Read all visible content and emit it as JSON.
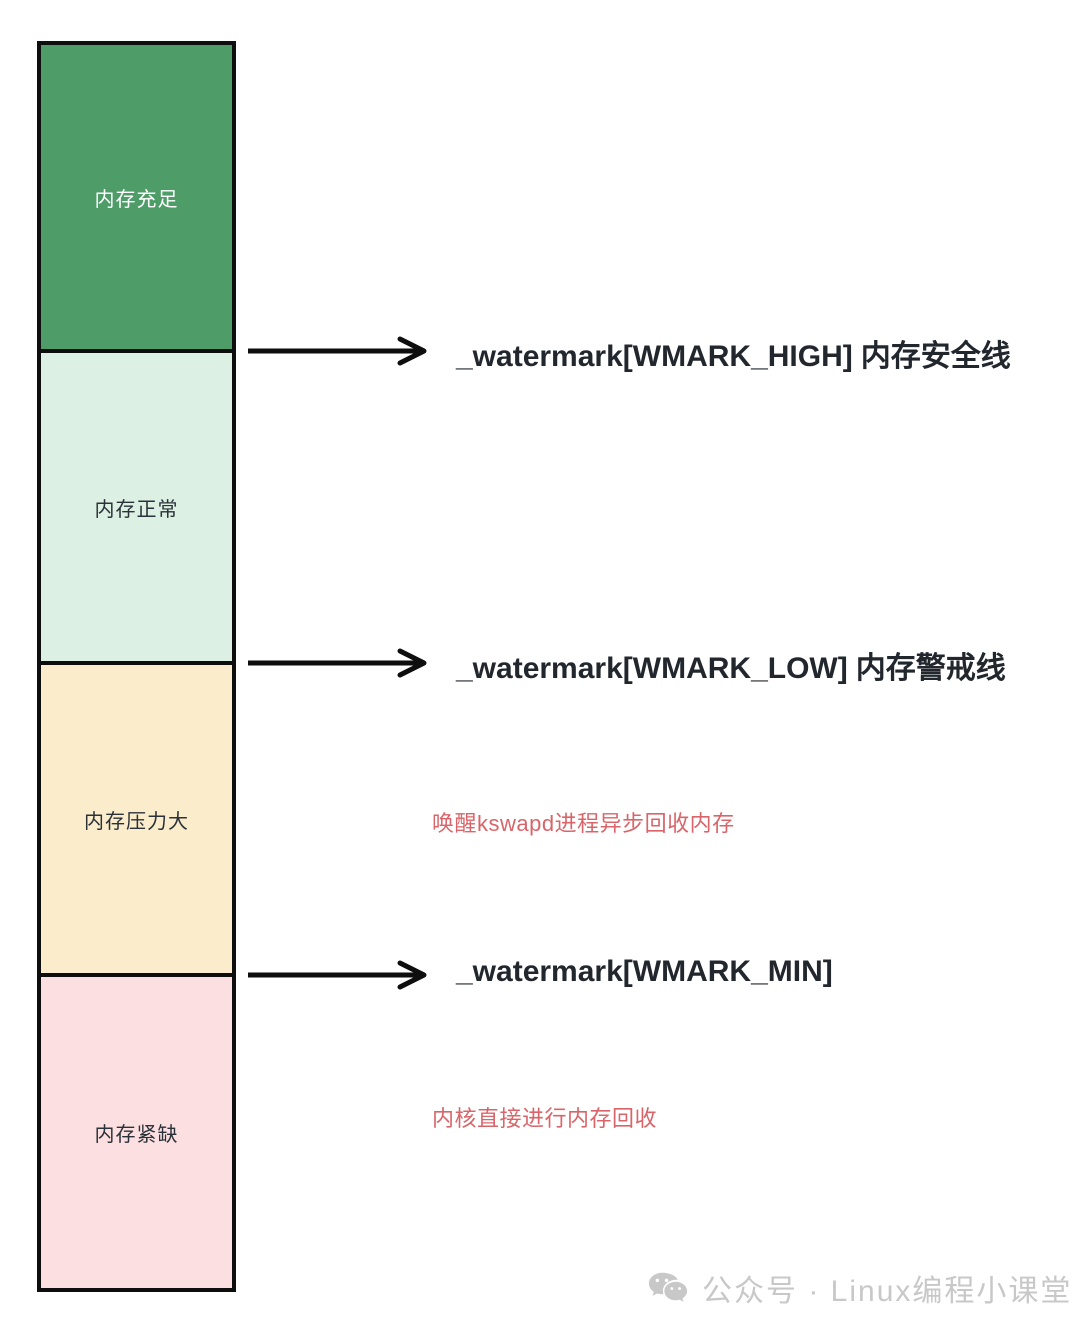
{
  "diagram": {
    "type": "memory-watermark-levels",
    "bar": {
      "segments": [
        {
          "id": "ample",
          "label": "内存充足",
          "color": "#4e9d69",
          "text_color": "#ffffff"
        },
        {
          "id": "normal",
          "label": "内存正常",
          "color": "#dcf1e3",
          "text_color": "#2b3138"
        },
        {
          "id": "pressure",
          "label": "内存压力大",
          "color": "#fbeccb",
          "text_color": "#2b3138"
        },
        {
          "id": "short",
          "label": "内存紧缺",
          "color": "#fbdfe1",
          "text_color": "#2b3138"
        }
      ],
      "border_color": "#0e0e0e"
    },
    "callouts": [
      {
        "id": "wmark-high",
        "code": "_watermark[WMARK_HIGH]",
        "cn": "内存安全线"
      },
      {
        "id": "wmark-low",
        "code": "_watermark[WMARK_LOW]",
        "cn": "内存警戒线"
      },
      {
        "id": "wmark-min",
        "code": "_watermark[WMARK_MIN]",
        "cn": ""
      }
    ],
    "notes": [
      {
        "id": "kswapd-note",
        "text": "唤醒kswapd进程异步回收内存",
        "color": "#d9656a"
      },
      {
        "id": "direct-reclaim-note",
        "text": "内核直接进行内存回收",
        "color": "#d9656a"
      }
    ]
  },
  "footer": {
    "icon": "wechat-icon",
    "text": "公众号 · Linux编程小课堂",
    "color": "#c8c8c8"
  }
}
